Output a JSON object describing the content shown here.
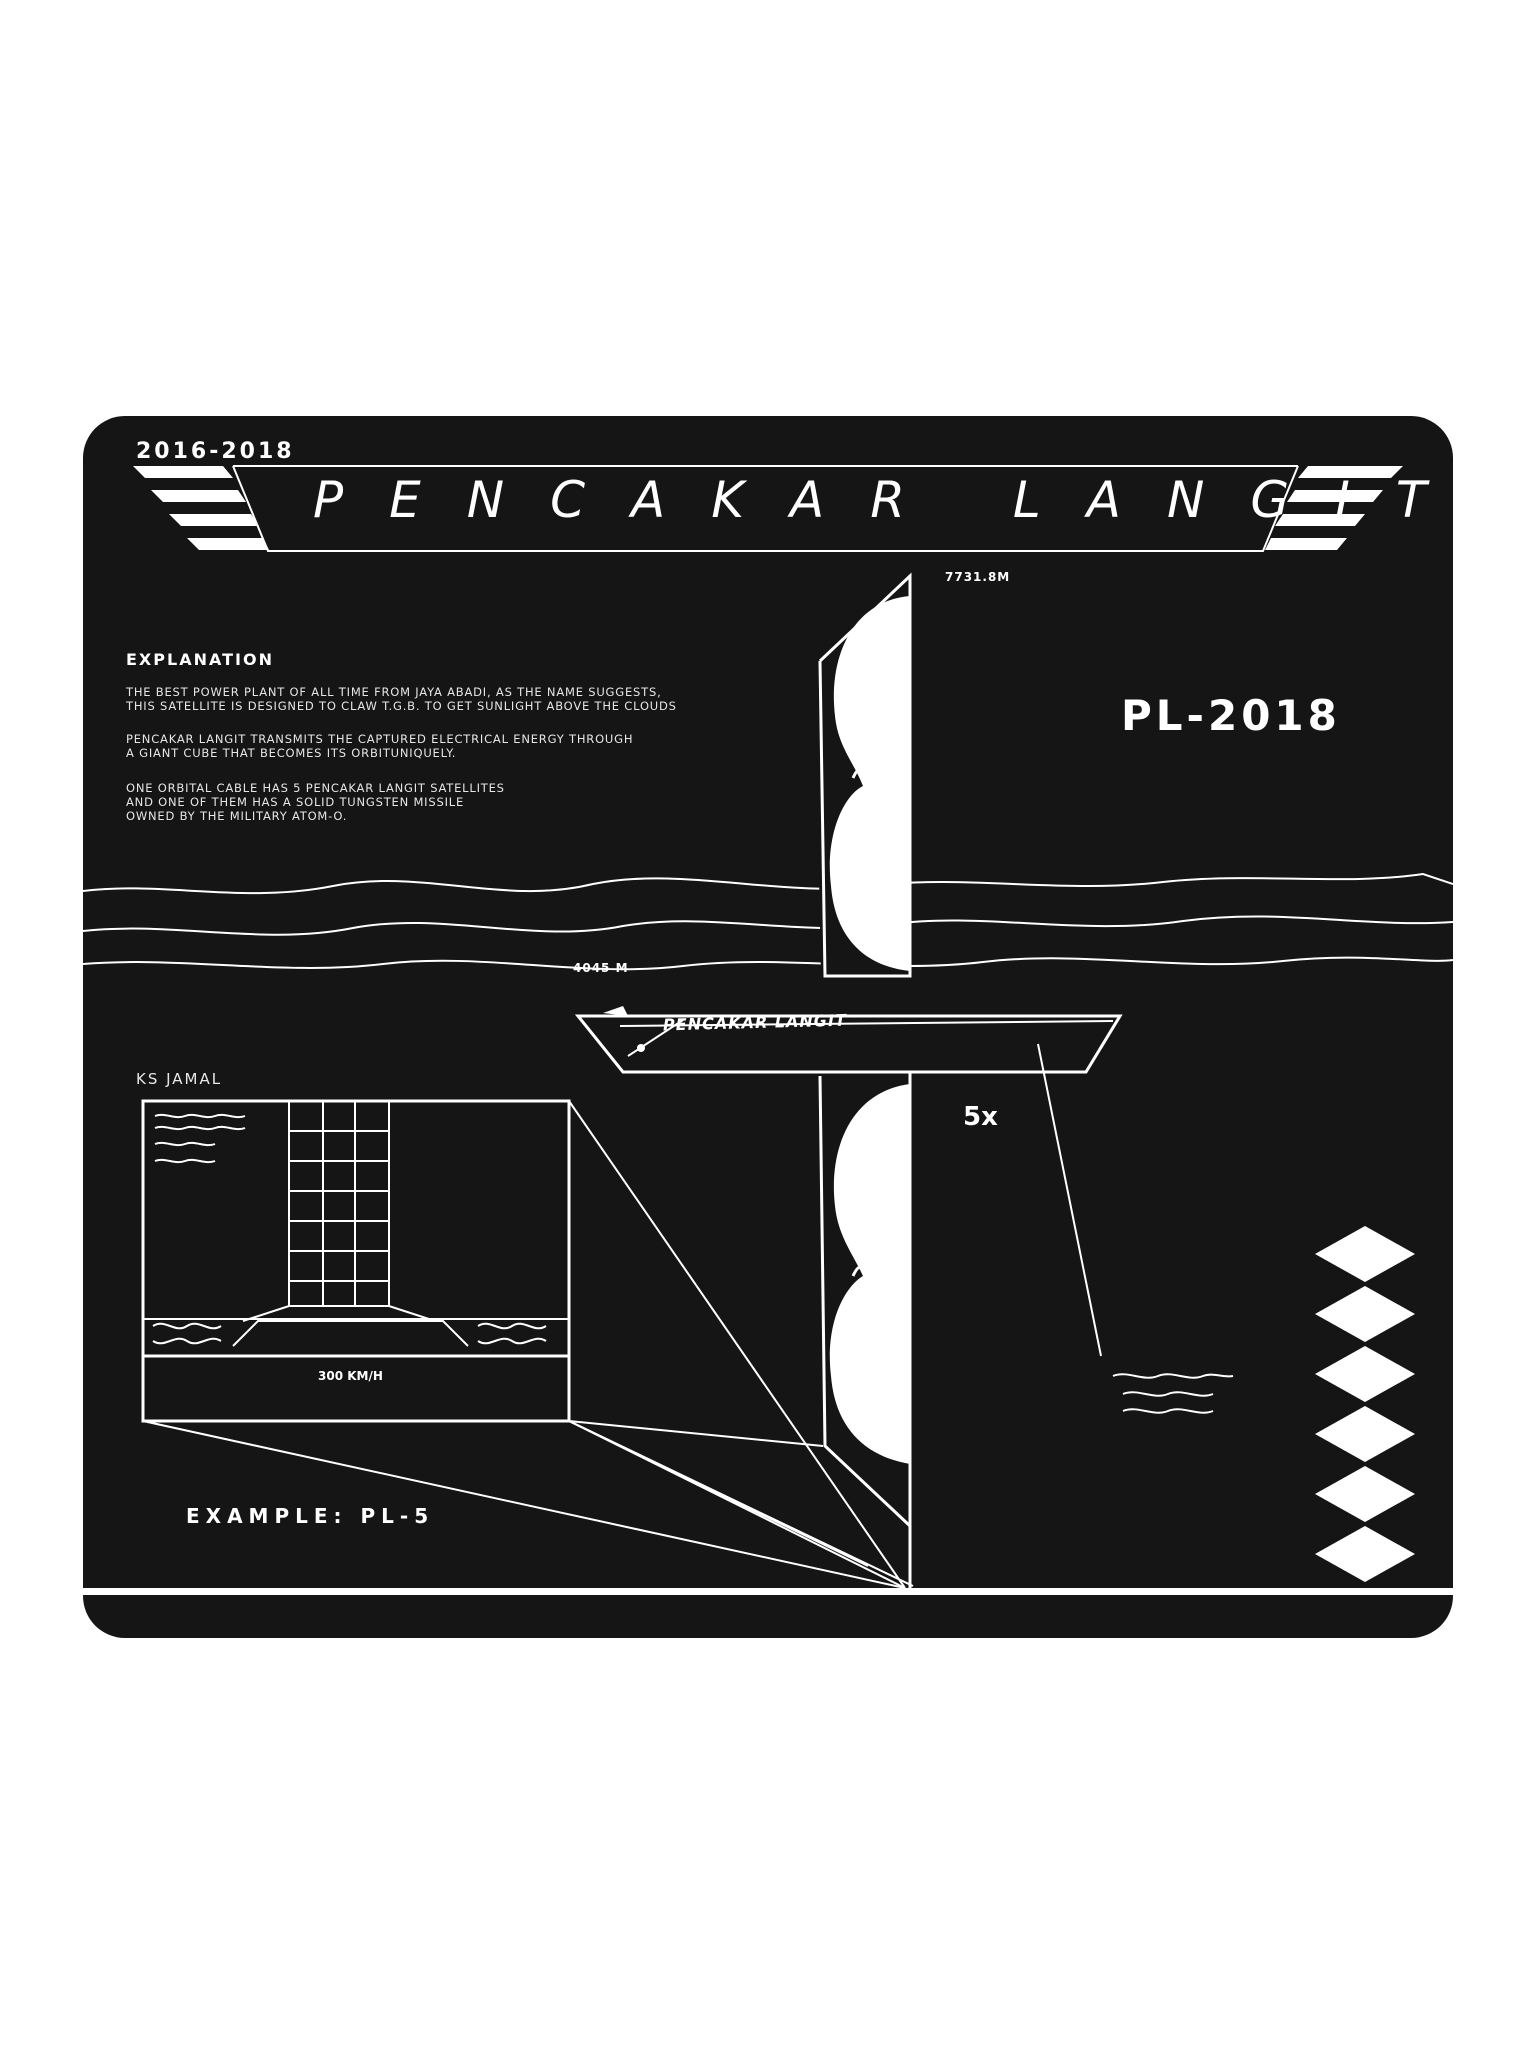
{
  "header": {
    "years": "2016-2018",
    "title": "PENCAKAR LANGIT"
  },
  "heights": {
    "top": "7731.8M",
    "middle": "4045 M"
  },
  "explanation": {
    "heading": "EXPLANATION",
    "p1_line1": "THE BEST POWER PLANT OF ALL TIME FROM JAYA ABADI, AS THE NAME SUGGESTS,",
    "p1_line2": "THIS SATELLITE IS DESIGNED TO CLAW T.G.B. TO GET SUNLIGHT ABOVE THE CLOUDS",
    "p2_line1": "PENCAKAR LANGIT TRANSMITS THE CAPTURED ELECTRICAL ENERGY THROUGH",
    "p2_line2": "A GIANT CUBE THAT BECOMES ITS ORBITUNIQUELY.",
    "p3_line1": "ONE ORBITAL CABLE HAS 5 PENCAKAR LANGIT SATELLITES",
    "p3_line2": "AND ONE OF THEM HAS A SOLID TUNGSTEN MISSILE",
    "p3_line3": "OWNED BY THE MILITARY ATOM-O."
  },
  "model": "PL-2018",
  "ship_label": "PENCAKAR LANGIT",
  "multiplier": "5x",
  "detail": {
    "caption": "KS JAMAL",
    "speed": "300 KM/H"
  },
  "example": "EXAMPLE:  PL-5",
  "colors": {
    "mat": "#151515",
    "ink": "#ffffff",
    "background": "#ffffff"
  }
}
